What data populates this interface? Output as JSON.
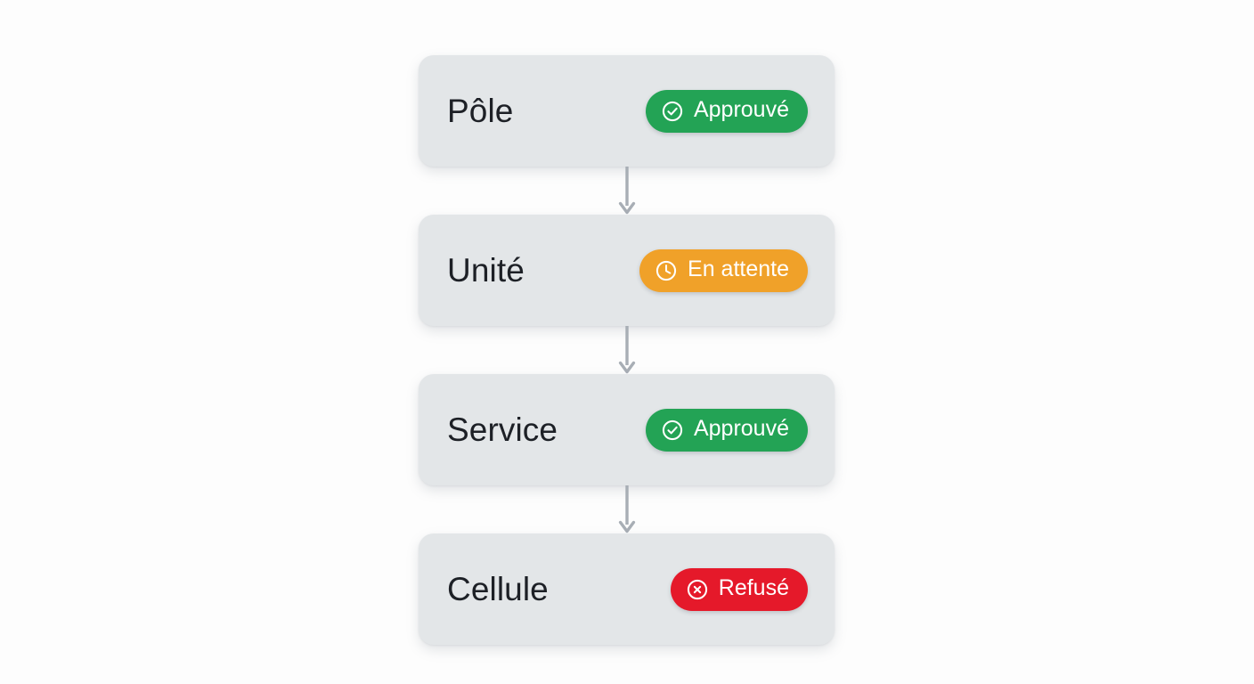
{
  "page": {
    "background_color": "#fdfdfd",
    "card_color": "#e3e6e8",
    "label_color": "#1d2026",
    "connector_color": "#a8aeb5"
  },
  "flow": {
    "connector_icon": "arrow-down-icon",
    "steps": [
      {
        "label": "Pôle",
        "status": {
          "text": "Approuvé",
          "state": "approved",
          "icon": "check-circle-icon",
          "color": "#23a355"
        }
      },
      {
        "label": "Unité",
        "status": {
          "text": "En attente",
          "state": "pending",
          "icon": "clock-circle-icon",
          "color": "#f0a129"
        }
      },
      {
        "label": "Service",
        "status": {
          "text": "Approuvé",
          "state": "approved",
          "icon": "check-circle-icon",
          "color": "#23a355"
        }
      },
      {
        "label": "Cellule",
        "status": {
          "text": "Refusé",
          "state": "refused",
          "icon": "x-circle-icon",
          "color": "#e5192a"
        }
      }
    ]
  }
}
